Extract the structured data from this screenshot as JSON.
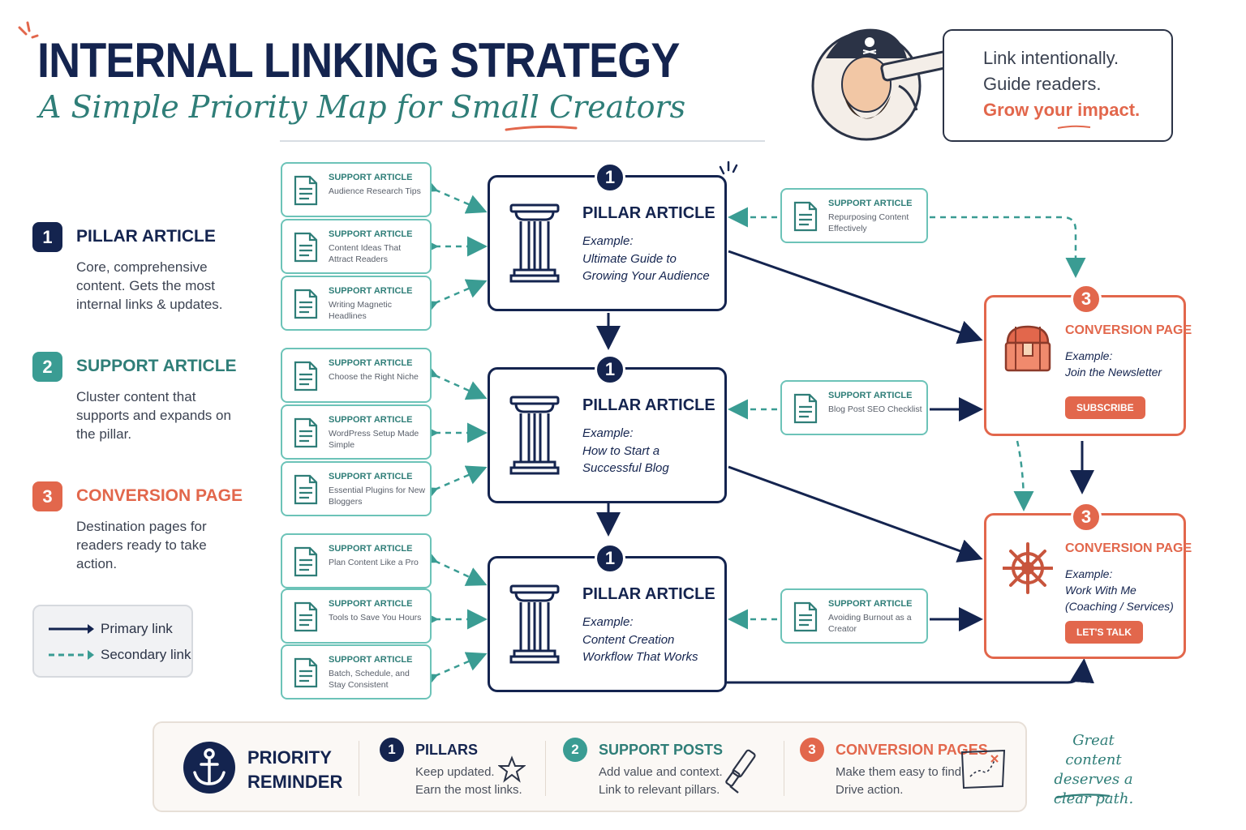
{
  "header": {
    "title": "INTERNAL LINKING STRATEGY",
    "subtitle": "A Simple Priority Map for Small Creators"
  },
  "quote": {
    "line1": "Link intentionally.",
    "line2": "Guide readers.",
    "line3": "Grow your impact."
  },
  "legend": {
    "items": [
      {
        "num": "1",
        "title": "PILLAR ARTICLE",
        "desc": "Core, comprehensive content. Gets the most internal links & updates."
      },
      {
        "num": "2",
        "title": "SUPPORT ARTICLE",
        "desc": "Cluster content that supports and expands on the pillar."
      },
      {
        "num": "3",
        "title": "CONVERSION PAGE",
        "desc": "Destination pages for readers ready to take action."
      }
    ],
    "key": {
      "primary": "Primary link",
      "secondary": "Secondary link"
    }
  },
  "support_tag": "SUPPORT ARTICLE",
  "support_left": [
    "Audience Research Tips",
    "Content Ideas That Attract Readers",
    "Writing Magnetic Headlines",
    "Choose the Right Niche",
    "WordPress Setup Made Simple",
    "Essential Plugins for New Bloggers",
    "Plan Content Like a Pro",
    "Tools to Save You Hours",
    "Batch, Schedule, and Stay Consistent"
  ],
  "support_right": [
    "Repurposing Content Effectively",
    "Blog Post SEO Checklist",
    "Avoiding Burnout as a Creator"
  ],
  "pillars": [
    {
      "num": "1",
      "title": "PILLAR ARTICLE",
      "example_label": "Example:",
      "example": "Ultimate Guide to Growing Your Audience"
    },
    {
      "num": "1",
      "title": "PILLAR ARTICLE",
      "example_label": "Example:",
      "example": "How to Start a Successful Blog"
    },
    {
      "num": "1",
      "title": "PILLAR ARTICLE",
      "example_label": "Example:",
      "example": "Content Creation Workflow That Works"
    }
  ],
  "conversions": [
    {
      "num": "3",
      "title": "CONVERSION PAGE",
      "example_label": "Example:",
      "example": "Join the Newsletter",
      "cta": "SUBSCRIBE",
      "icon": "treasure-chest-icon"
    },
    {
      "num": "3",
      "title": "CONVERSION PAGE",
      "example_label": "Example:",
      "example": "Work With Me (Coaching / Services)",
      "cta": "LET'S TALK",
      "icon": "ship-wheel-icon"
    }
  ],
  "reminder": {
    "title_line1": "PRIORITY",
    "title_line2": "REMINDER",
    "cols": [
      {
        "num": "1",
        "title": "PILLARS",
        "line1": "Keep updated.",
        "line2": "Earn the most links.",
        "icon": "star-icon"
      },
      {
        "num": "2",
        "title": "SUPPORT POSTS",
        "line1": "Add value and context.",
        "line2": "Link to relevant pillars.",
        "icon": "spyglass-icon"
      },
      {
        "num": "3",
        "title": "CONVERSION PAGES",
        "line1": "Make them easy to find.",
        "line2": "Drive action.",
        "icon": "treasure-map-icon"
      }
    ]
  },
  "slogan": "Great content deserves a clear path.",
  "colors": {
    "navy": "#14244f",
    "teal": "#3a9c93",
    "orange": "#e2674c",
    "support_border": "#6cc3b8"
  }
}
